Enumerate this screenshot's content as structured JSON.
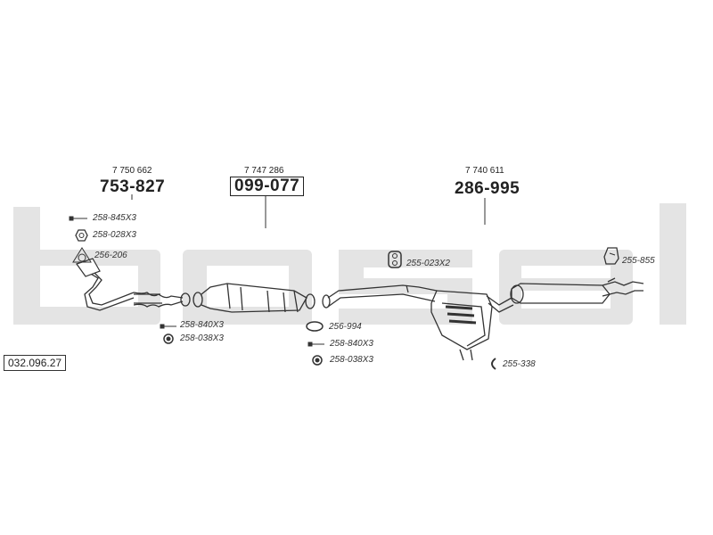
{
  "diagram_code": "032.096.27",
  "brand_watermark": "bosal",
  "main_parts": [
    {
      "ref": "7 750 662",
      "number": "753-827",
      "boxed": false
    },
    {
      "ref": "7 747 286",
      "number": "099-077",
      "boxed": true
    },
    {
      "ref": "7 740 611",
      "number": "286-995",
      "boxed": false
    }
  ],
  "accessories": {
    "a1": "258-845X3",
    "a2": "258-028X3",
    "a3": "256-206",
    "a4": "258-840X3",
    "a5": "258-038X3",
    "a6": "256-994",
    "a7": "258-840X3",
    "a8": "258-038X3",
    "a9": "255-023X2",
    "a10": "255-855",
    "a11": "255-338"
  },
  "colors": {
    "watermark": "#e3e3e3",
    "line": "#333333"
  }
}
